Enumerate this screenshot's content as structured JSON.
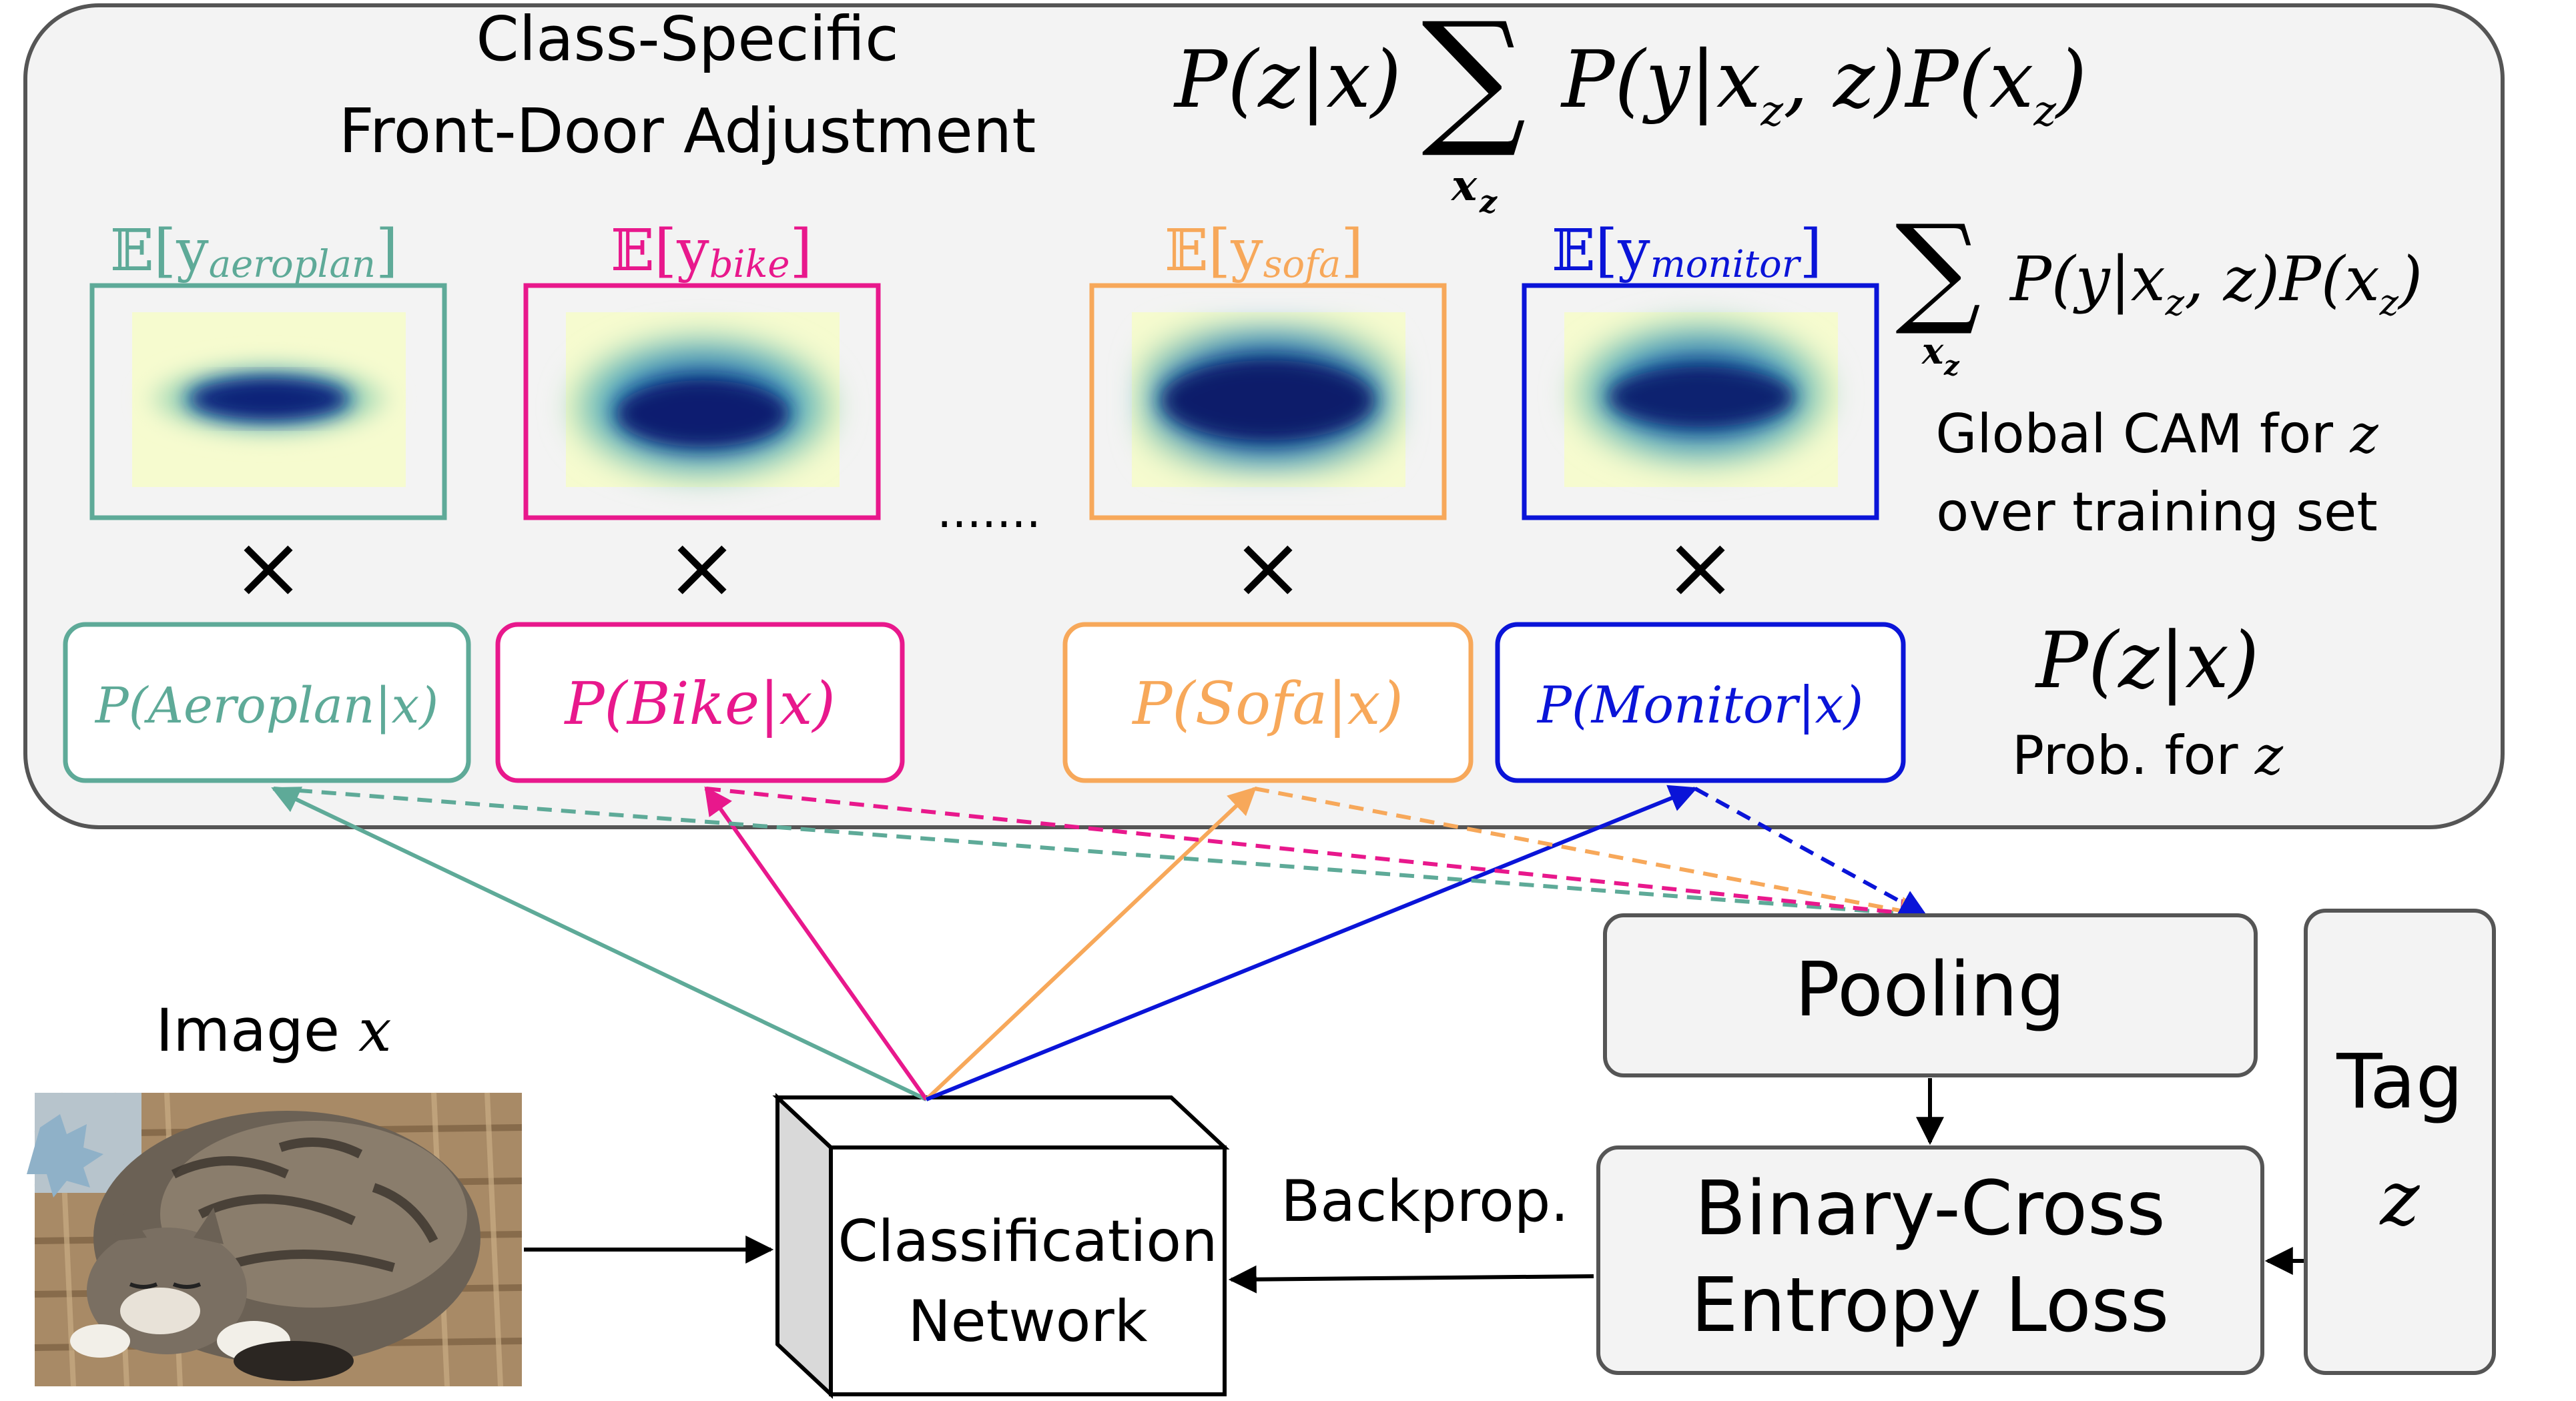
{
  "panel": {
    "title_line1": "Class-Specific",
    "title_line2": "Front-Door Adjustment",
    "main_formula_left": "P(z|x)",
    "main_formula_right": "P(y|x",
    "main_formula_mid": ", z)P(x",
    "main_formula_end": ")",
    "sum_index": "x",
    "sub_z": "z"
  },
  "classes": [
    {
      "expect_label": "𝔼[y",
      "sub": "aeroplan",
      "prob": "P(Aeroplan|x)",
      "color": "#5eaa98"
    },
    {
      "expect_label": "𝔼[y",
      "sub": "bike",
      "prob": "P(Bike|x)",
      "color": "#e8188c"
    },
    {
      "expect_label": "𝔼[y",
      "sub": "sofa",
      "prob": "P(Sofa|x)",
      "color": "#f7a85a"
    },
    {
      "expect_label": "𝔼[y",
      "sub": "monitor",
      "prob": "P(Monitor|x)",
      "color": "#0a14d8"
    }
  ],
  "expect_close": "]",
  "dots": ".......",
  "times_symbol": "×",
  "right_notes": {
    "sum_formula": "P(y|x",
    "sum_formula_mid": ", z)P(x",
    "sum_formula_end": ")",
    "global_cam_line1": "Global CAM for ",
    "global_cam_z": "z",
    "global_cam_line2": "over training set",
    "prob_formula": "P(z|x)",
    "prob_label": "Prob. for ",
    "prob_z": "z"
  },
  "image": {
    "label": "Image ",
    "var": "x"
  },
  "network": {
    "line1": "Classification",
    "line2": "Network"
  },
  "pooling": {
    "label": "Pooling"
  },
  "loss": {
    "line1": "Binary-Cross",
    "line2": "Entropy Loss"
  },
  "backprop": {
    "label": "Backprop."
  },
  "tag": {
    "line1": "Tag",
    "line2": "z"
  }
}
